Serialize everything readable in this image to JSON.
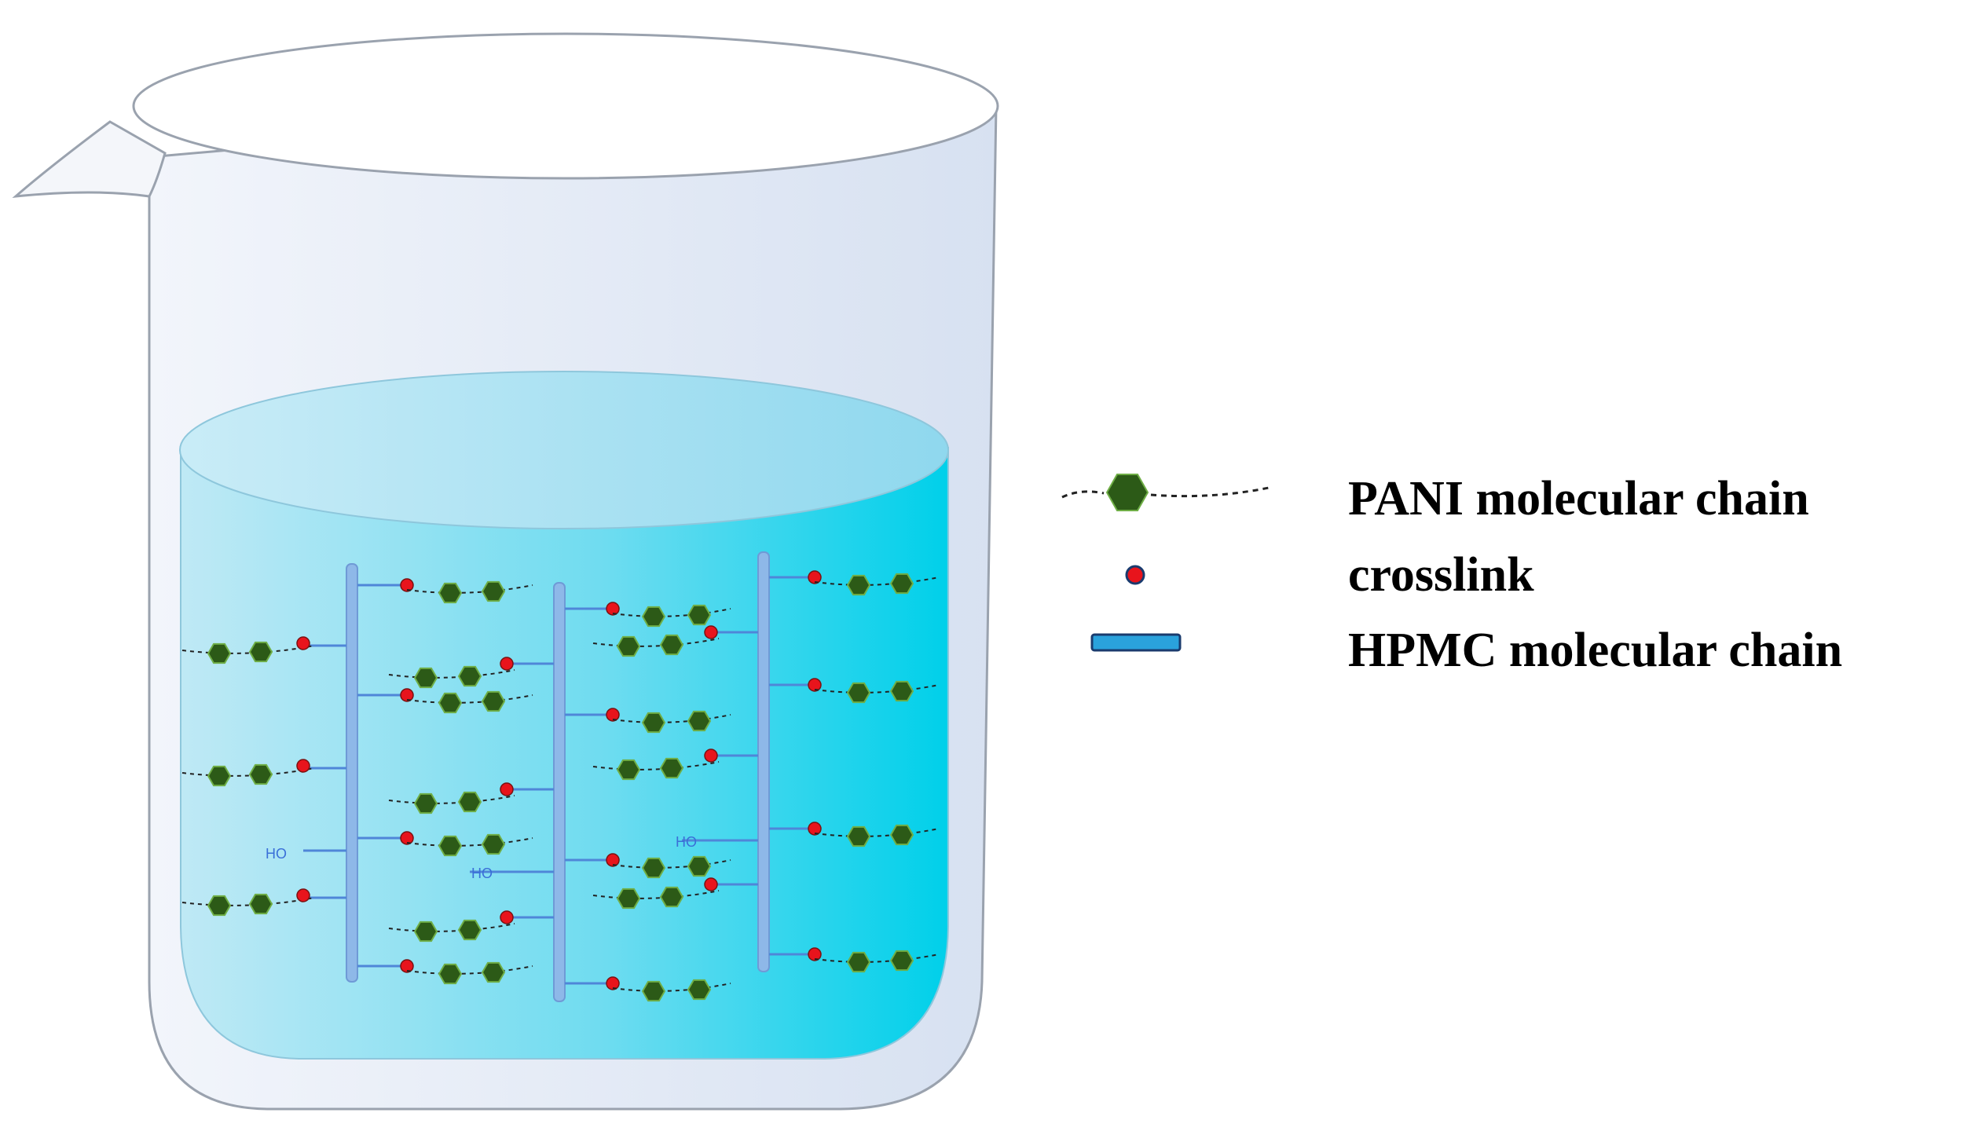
{
  "colors": {
    "beaker_fill": "#dde6f4",
    "beaker_stroke": "#9aa2ae",
    "liquid_light": "#bfe9f5",
    "liquid_dark": "#00d0ea",
    "liquid_top": "#a9dff1",
    "hpmc_bar": "#8eb8e8",
    "hpmc_stroke": "#6f9ad6",
    "branch_line": "#4f86d8",
    "pani_hexagon": "#2c5a17",
    "pani_hexagon_stroke": "#6fae46",
    "crosslink": "#e8141c",
    "crosslink_stroke": "#7a1111",
    "ho_text": "#3a6fd8",
    "legend_bar_fill": "#2aa2dc",
    "legend_bar_stroke": "#1a3b6e"
  },
  "legend": {
    "items": [
      {
        "icon": "pani-chain-icon",
        "label": "PANI molecular chain"
      },
      {
        "icon": "crosslink-icon",
        "label": "crosslink"
      },
      {
        "icon": "hpmc-chain-icon",
        "label": "HPMC molecular chain"
      }
    ]
  },
  "labels": {
    "hydroxyl": "HO"
  }
}
